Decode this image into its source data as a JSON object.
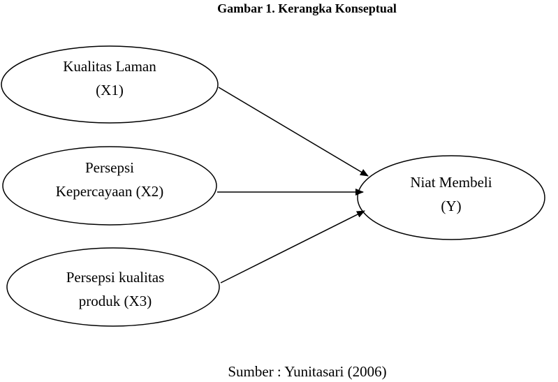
{
  "title": "Gambar 1. Kerangka Konseptual",
  "nodes": {
    "x1": {
      "line1": "Kualitas Laman",
      "line2": "(X1)"
    },
    "x2": {
      "line1": "Persepsi",
      "line2": "Kepercayaan (X2)"
    },
    "x3": {
      "line1": "Persepsi kualitas",
      "line2": "produk (X3)"
    },
    "y": {
      "line1": "Niat Membeli",
      "line2": "(Y)"
    }
  },
  "source": "Sumber : Yunitasari (2006)"
}
